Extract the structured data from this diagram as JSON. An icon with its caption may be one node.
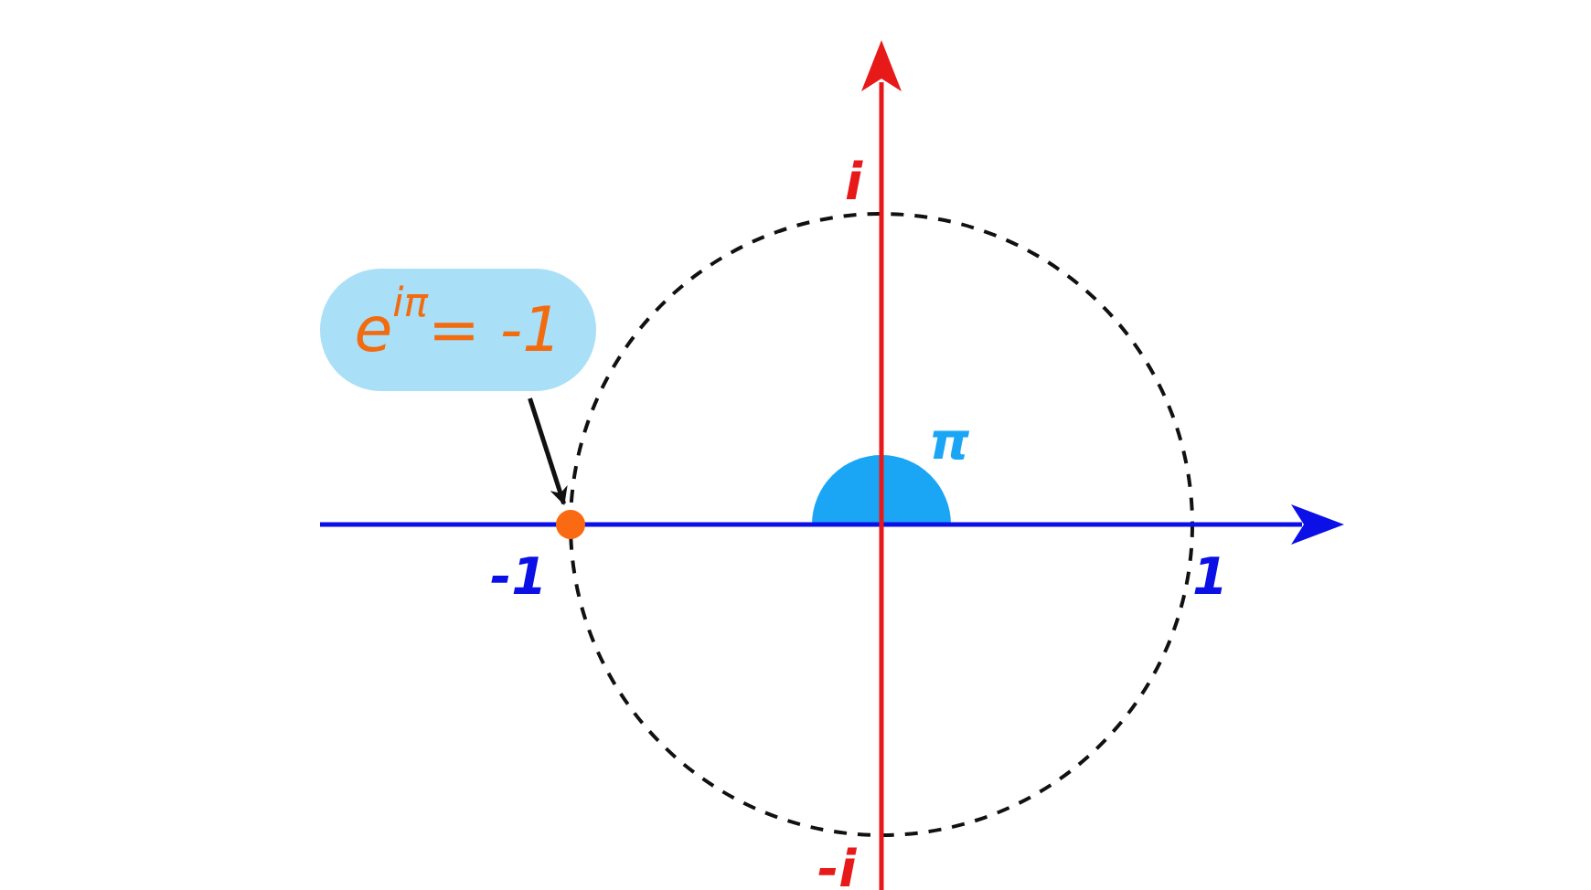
{
  "diagram": {
    "nodes": [
      {
        "text": [
          "e$^{iπ}$= -1"
        ]
      },
      {
        "text": [],
        "shape": "circle"
      }
    ],
    "edges": [
      {
        "from": 0,
        "to": 1,
        "arrow": "to"
      }
    ],
    "labels": [
      "i",
      "π",
      "-1",
      "1",
      "-i"
    ]
  }
}
